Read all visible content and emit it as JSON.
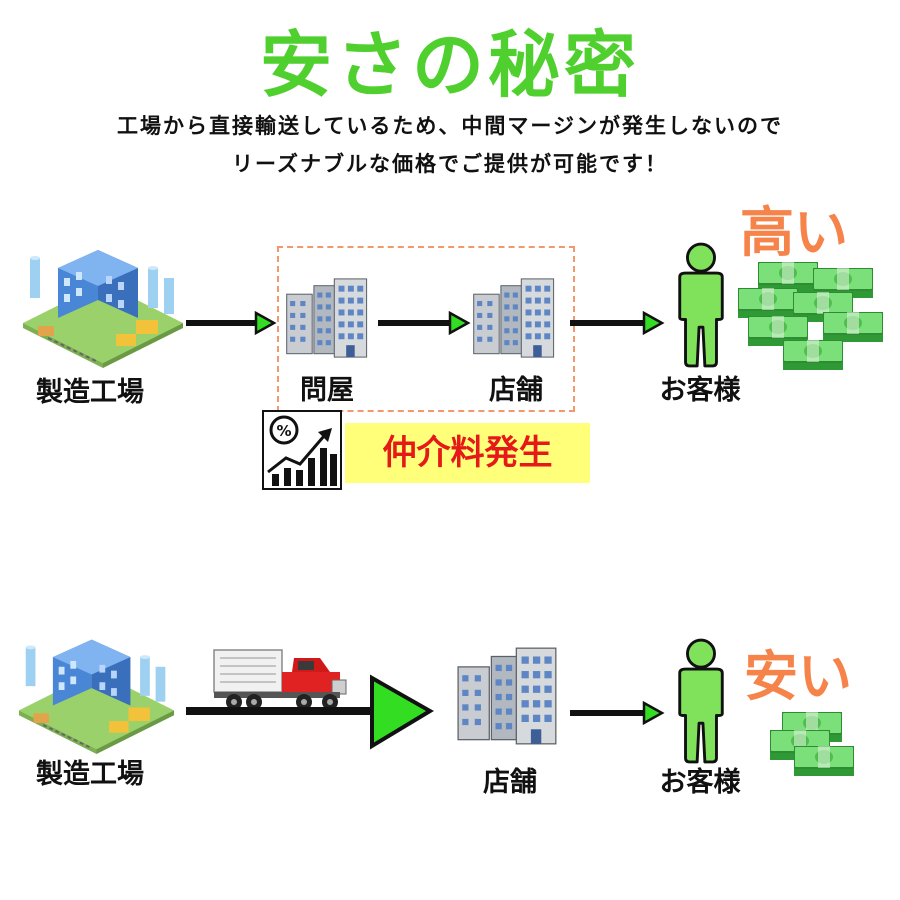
{
  "title": "安さの秘密",
  "subtitle_line1": "工場から直接輸送しているため、中間マージンが発生しないので",
  "subtitle_line2": "リーズナブルな価格でご提供が可能です！",
  "top_flow": {
    "factory": "製造工場",
    "wholesaler": "問屋",
    "store": "店舗",
    "customer": "お客様",
    "price": "高い",
    "fee": "仲介料発生"
  },
  "bottom_flow": {
    "factory": "製造工場",
    "store": "店舗",
    "customer": "お客様",
    "price": "安い"
  },
  "colors": {
    "title": "#4fd02e",
    "price": "#f5834a",
    "fee_text": "#e61919",
    "fee_bg": "#ffff7a",
    "arrow_head": "#33dd22",
    "person": "#7fe25a"
  }
}
